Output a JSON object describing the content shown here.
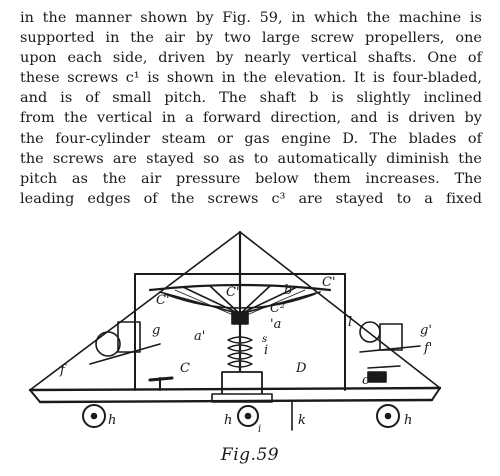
{
  "text": {
    "lines": [
      "in the manner shown by Fig. 59, in which the machine is",
      "supported in the air by two large screw propellers, one",
      "upon each side, driven by nearly vertical shafts. One of",
      "these screws c¹ is shown in the elevation. It is four-bladed,",
      "and is of small pitch. The shaft b is slightly inclined",
      "from the vertical in a forward direction, and is driven by",
      "the four-cylinder steam or gas engine D. The blades of",
      "the screws are stayed so as to automatically diminish the",
      "pitch as the air pressure below them increases. The",
      "leading edges of the screws c³ are stayed to a fixed"
    ]
  },
  "figure": {
    "labels": {
      "c_top_left": "C'",
      "c_top_center": "C'",
      "b": "b",
      "c_top_right": "C'",
      "c2": "C²",
      "a_prime": "'a",
      "a": "a'",
      "s": "s",
      "i": "i",
      "g": "g",
      "f": "f",
      "c": "C",
      "d": "D",
      "l": "l",
      "g_prime": "g'",
      "f_prime": "f'",
      "c_prime_low": "c'",
      "h_left": "h",
      "h_center": "h",
      "i_bottom": "i",
      "k": "k",
      "h_right": "h"
    },
    "caption": "Fig.59"
  }
}
